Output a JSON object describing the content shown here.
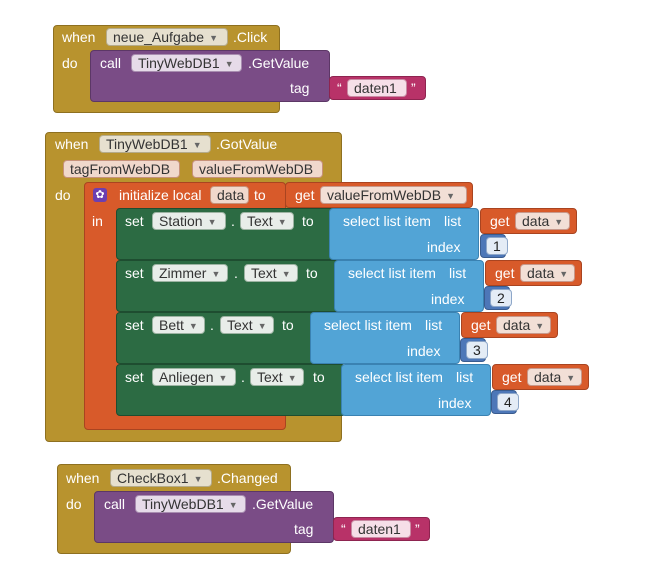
{
  "block1": {
    "when": "when",
    "component": "neue_Aufgabe",
    "event": ".Click",
    "do": "do",
    "call": "call",
    "db": "TinyWebDB1",
    "method": ".GetValue",
    "tag_label": "tag",
    "tag_value": "daten1",
    "quote_open": "“",
    "quote_close": "”"
  },
  "block2": {
    "when": "when",
    "component": "TinyWebDB1",
    "event": ".GotValue",
    "param1": "tagFromWebDB",
    "param2": "valueFromWebDB",
    "do": "do",
    "init": "initialize local",
    "var": "data",
    "to": "to",
    "get": "get",
    "get_var": "valueFromWebDB",
    "in": "in",
    "sets": [
      {
        "set": "set",
        "component": "Station",
        "dot": ".",
        "prop": "Text",
        "to": "to",
        "select": "select list item",
        "list": "list",
        "get": "get",
        "var": "data",
        "index_label": "index",
        "index": "1"
      },
      {
        "set": "set",
        "component": "Zimmer",
        "dot": ".",
        "prop": "Text",
        "to": "to",
        "select": "select list item",
        "list": "list",
        "get": "get",
        "var": "data",
        "index_label": "index",
        "index": "2"
      },
      {
        "set": "set",
        "component": "Bett",
        "dot": ".",
        "prop": "Text",
        "to": "to",
        "select": "select list item",
        "list": "list",
        "get": "get",
        "var": "data",
        "index_label": "index",
        "index": "3"
      },
      {
        "set": "set",
        "component": "Anliegen",
        "dot": ".",
        "prop": "Text",
        "to": "to",
        "select": "select list item",
        "list": "list",
        "get": "get",
        "var": "data",
        "index_label": "index",
        "index": "4"
      }
    ]
  },
  "block3": {
    "when": "when",
    "component": "CheckBox1",
    "event": ".Changed",
    "do": "do",
    "call": "call",
    "db": "TinyWebDB1",
    "method": ".GetValue",
    "tag_label": "tag",
    "tag_value": "daten1",
    "quote_open": "“",
    "quote_close": "”"
  },
  "colors": {
    "event": "#b8932e",
    "control": "#d85a2a",
    "component": "#7a4c86",
    "setter": "#2c6b43",
    "list": "#52a4d6",
    "text": "#b83268",
    "number": "#4d77b8"
  },
  "icons": {
    "dropdown": "triangle-down-icon",
    "mutator": "gear-icon"
  }
}
